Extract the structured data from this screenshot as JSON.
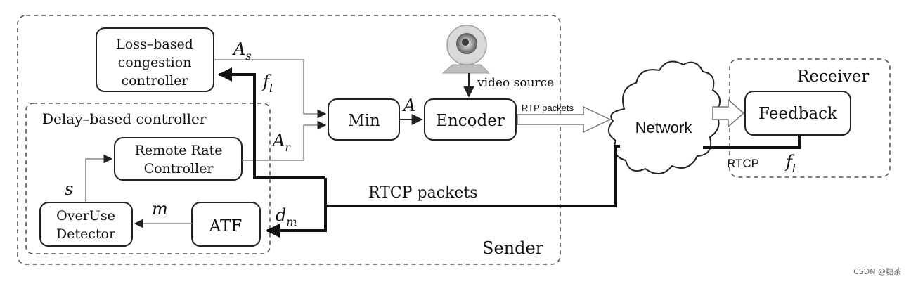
{
  "diagram": {
    "sender": {
      "label": "Sender"
    },
    "receiver": {
      "label": "Receiver"
    },
    "delay_group": {
      "label": "Delay–based controller"
    },
    "blocks": {
      "loss_controller": {
        "lines": [
          "Loss–based",
          "congestion",
          "controller"
        ]
      },
      "remote_rate": {
        "lines": [
          "Remote Rate",
          "Controller"
        ]
      },
      "overuse": {
        "lines": [
          "OverUse",
          "Detector"
        ]
      },
      "atf": {
        "label": "ATF"
      },
      "min": {
        "label": "Min"
      },
      "encoder": {
        "label": "Encoder"
      },
      "feedback": {
        "label": "Feedback"
      },
      "network": {
        "label": "Network"
      }
    },
    "signals": {
      "As": {
        "base": "A",
        "sub": "s"
      },
      "Ar": {
        "base": "A",
        "sub": "r"
      },
      "A": {
        "base": "A"
      },
      "fl_top": {
        "base": "f",
        "sub": "l"
      },
      "fl_recv": {
        "base": "f",
        "sub": "l"
      },
      "dm": {
        "base": "d",
        "sub": "m"
      },
      "m": {
        "base": "m"
      },
      "s": {
        "base": "s"
      }
    },
    "labels": {
      "video_source": "video source",
      "rtp_packets": "RTP packets",
      "rtcp_packets": "RTCP packets",
      "rtcp": "RTCP"
    }
  },
  "watermark": "CSDN @糖茶",
  "colors": {
    "ink": "#111111",
    "thin_line": "#888888",
    "frame": "#555555"
  },
  "icons": {
    "camera": "webcam-icon"
  }
}
